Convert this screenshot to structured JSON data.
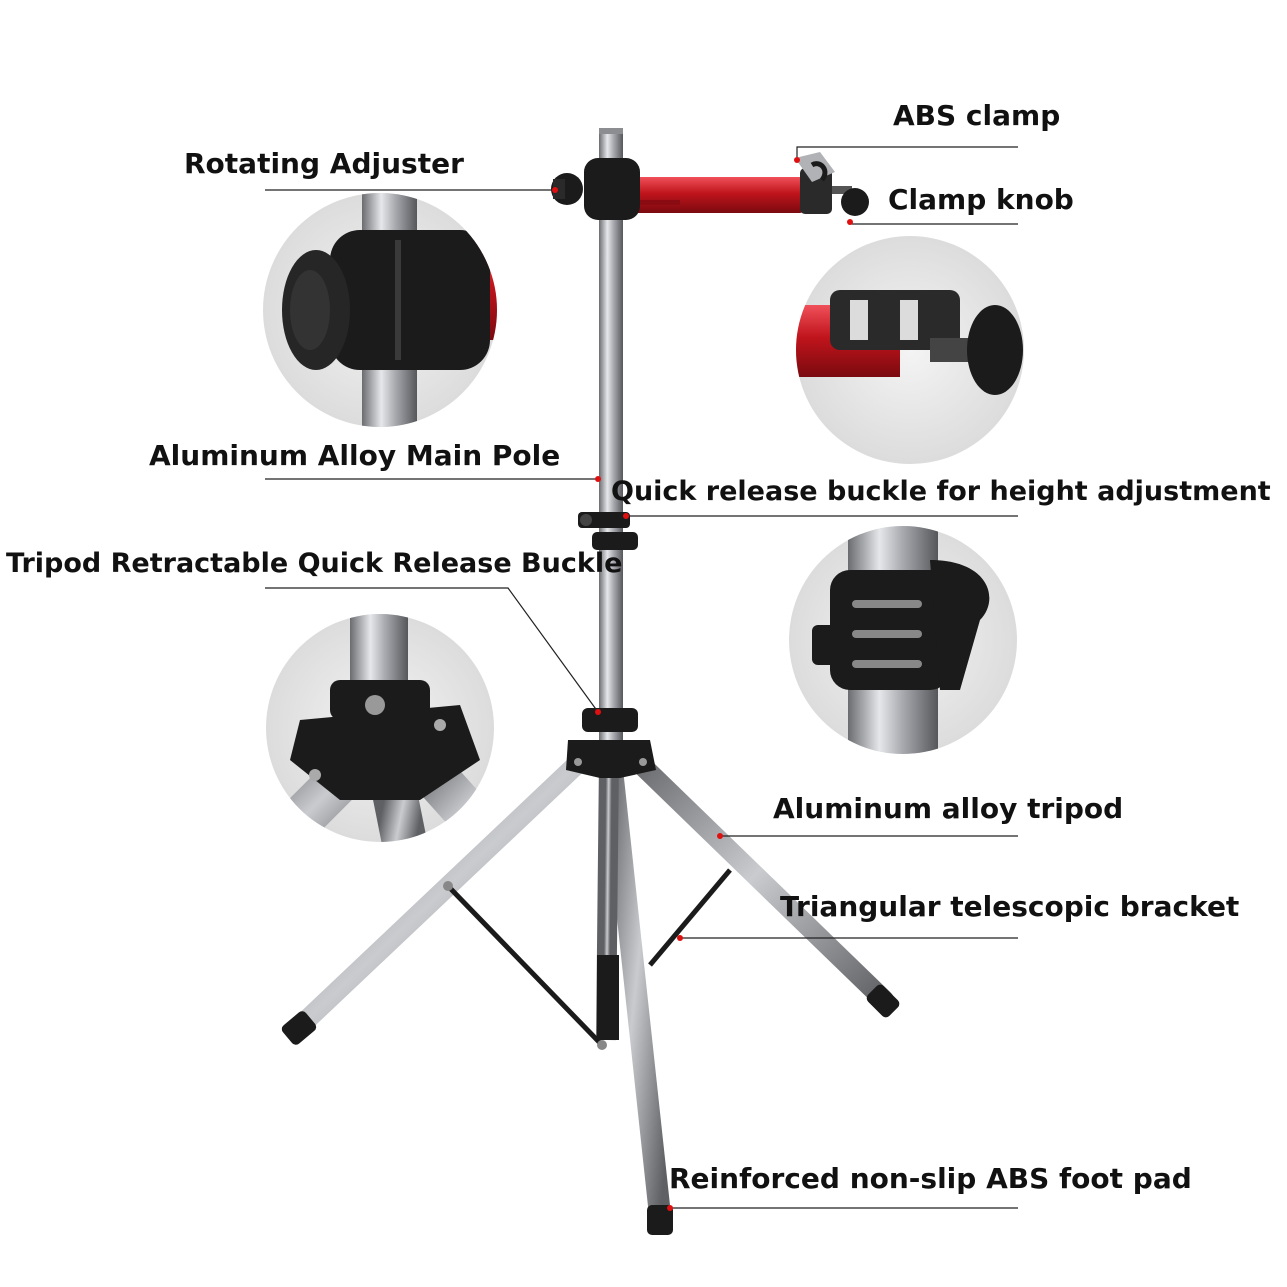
{
  "labels": {
    "abs_clamp": "ABS clamp",
    "rotating_adjuster": "Rotating Adjuster",
    "clamp_knob": "Clamp knob",
    "main_pole": "Aluminum Alloy Main Pole",
    "height_buckle": "Quick release buckle for height adjustment",
    "tripod_buckle": "Tripod Retractable Quick Release Buckle",
    "alloy_tripod": "Aluminum alloy tripod",
    "triangular_bracket": "Triangular telescopic bracket",
    "foot_pad": "Reinforced non-slip ABS foot pad"
  },
  "colors": {
    "arm_red": "#c0141c",
    "pole_gray": "#9a9ca0",
    "plastic_black": "#1b1b1b",
    "marker_red": "#e01010",
    "leader_line": "#222222"
  }
}
